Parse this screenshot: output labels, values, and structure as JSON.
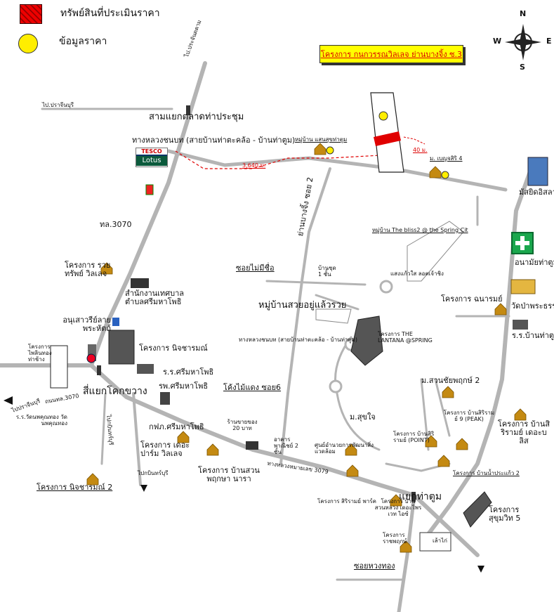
{
  "legend": {
    "assessed_property": "ทรัพย์สินที่ประเมินราคา",
    "price_data": "ข้อมูลราคา"
  },
  "compass": {
    "n": "N",
    "s": "S",
    "e": "E",
    "w": "W"
  },
  "project_title": "โครงการ กนกวรรณวิลเลจ ย่านบางจิ้ง ซ.3",
  "labels": {
    "to_prachinburi": "ไป.ปราจีนบุรี",
    "to_pracha_chuen": "ไป.ประจันตคาม",
    "sam_yaek": "สามแยกตลาดท่าประชุม",
    "highway_detour": "ทางหลวงชนบท (สายบ้านท่าตะคล้อ - บ้านท่าตูม)",
    "dist_3640": "3,640 ม.",
    "dist_40": "40 ม.",
    "muban_saensuk": "หมู่บ้าน แสนสุขท่าตูม",
    "mo_bencha": "ม. เบญจสิริ 4",
    "mosque": "มัสยิดอิสลาม",
    "pl3070": "ทล.3070",
    "ban_nang_jing": "ย่านบางจิ้ง ซอย 2",
    "bliss2": "หมู่บ้าน The bliss2 @ the Spring Cit",
    "health": "อนามัยท่าตูม",
    "ruay": "โครงการ รวย ทรัพย์ วิลเลจ",
    "municipal": "สำนักงานเทศบาล ตำบลศรีมหาโพธิ",
    "soi_mai_mi_chue": "ซอยไม่มีชื่อ",
    "muban_1chan": "บ้านชุด 1 ชั้น",
    "saen_sueb": "แสงแก้วใส ลอตเจ้าชิง",
    "muban_suay": "หมู่บ้านสวยอยู่แล้วรวย",
    "danarom": "โครงการ ฉนารมย์",
    "wat": "วัดป่าพระธรรม",
    "school_thatum": "ร.ร.บ้านท่าตูม",
    "monument": "อนุเสาวรีย์ลาย พระหัตถ์",
    "nitcharam": "โครงการ นิจชารมณ์",
    "lantana": "โครงการ THE LANTANA @SPRING",
    "rural_road_small": "ทางหลวงชนบท (สายบ้านท่าตะคล้อ - บ้านท่าตูม)",
    "prok_project": "โครงการ ไพลินทองท่าช้าง",
    "school_srimaha": "ร.ร.ศรีมหาโพธิ",
    "hospital": "รพ.ศรีมหาโพธิ",
    "sa_yaek_khok": "สี่แยกโคกขวาง",
    "khok_mai_daeng": "โค้งไม้แดง ซอย6",
    "to_prachin": "ไปปราจีนบุรี",
    "road3070": "ถนนทล.3070",
    "wat_school": "ร.ร.วัดนพคุณทอง วัดนพคุณทอง",
    "kfp_srimaha": "กฟภ.ศรีมหาโพธิ",
    "the_palm": "โครงการ เดอะปาร์ม วิลเลจ",
    "ban_suan": "โครงการ บ้านสวน พฤกษา นารา",
    "shop20": "ร้านขายของ 20 บาท",
    "commercial": "อาคารพาณิชย์ 2 ชั้น",
    "mo_sukjai": "ม.สุขใจ",
    "suan_chai": "ม.สวนชัยพฤกษ์ 2",
    "ban_siriram9": "โครงการ บ้านสิริรามย์ 9 (PEAK)",
    "siriram_the_bliss": "โครงการ บ้านสิริรามย์ เดอะบลิส",
    "point": "โครงการ บ้านสิริรามย์ (POINT)",
    "ban_nam_prakaew": "โครงการ บ้านน้ำประแก้ว 2",
    "road_no3079": "ทางหลวงหมายเลข 3079",
    "nitcharam2": "โครงการ นิจชารมณ์ 2",
    "to_khao": "ไปกบินทร์บุรี",
    "highway_3079_b": "ไปกบินทร์บุรี",
    "siriram_park": "โครงการ สิริรามย์ พาร์ค",
    "yaek_thatum": "แยกท่าตูม",
    "suan_luang": "โครงการ บ้านสวนหลวง เดอะไพรเวท ไอซ์",
    "ratchaphruek": "โครงการ ราชพฤกษ์",
    "sukhumvit5": "โครงการ สุขุมวิท 5",
    "chicken": "เล้าไก่",
    "soi_huang": "ซอยหวงทอง",
    "sakol_wit": "ศูนย์อำนวยการพัฒนาสิ่งแวดล้อม"
  },
  "colors": {
    "road": "#b4b4b4",
    "road_dark": "#888888",
    "route": "#e00000",
    "house": "#c48a12",
    "target": "#e00000",
    "price_dot": "#ffee00"
  }
}
